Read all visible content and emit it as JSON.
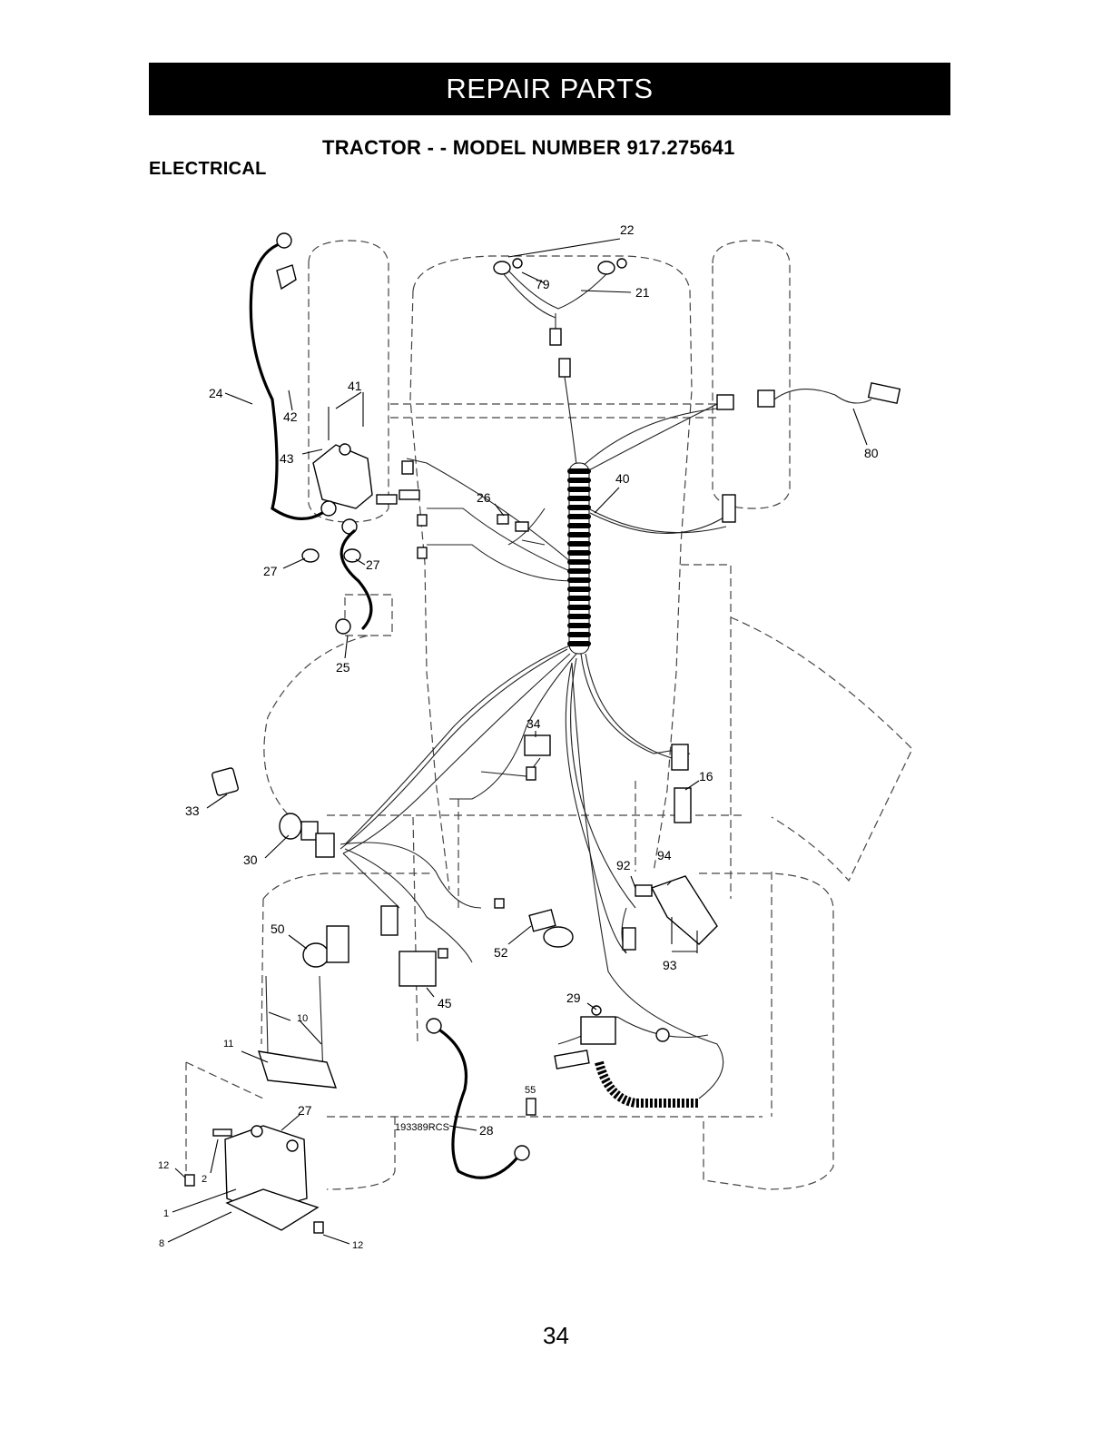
{
  "header": {
    "banner": "REPAIR PARTS"
  },
  "title": "TRACTOR - - MODEL NUMBER 917.275641",
  "section": "ELECTRICAL",
  "diagram": {
    "drawing_id": "193389RCS",
    "callouts": [
      "22",
      "79",
      "21",
      "24",
      "42",
      "41",
      "43",
      "80",
      "40",
      "26",
      "27",
      "27",
      "25",
      "34",
      "16",
      "33",
      "30",
      "92",
      "94",
      "50",
      "52",
      "93",
      "10",
      "45",
      "11",
      "29",
      "55",
      "27",
      "28",
      "12",
      "2",
      "1",
      "8",
      "12"
    ]
  },
  "page_number": "34"
}
